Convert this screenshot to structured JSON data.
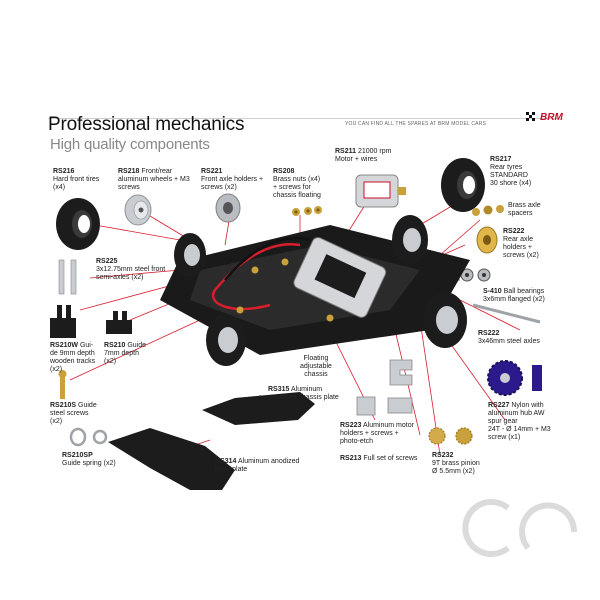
{
  "header": {
    "title": "Professional mechanics",
    "subtitle": "High quality components",
    "spares_note": "YOU CAN FIND ALL THE SPARES AT BRM MODEL CARS",
    "brand": "BRM"
  },
  "parts": [
    {
      "code": "RS216",
      "desc": [
        "Hard front tires",
        "(x4)"
      ]
    },
    {
      "code": "RS218",
      "desc": [
        "Front/rear",
        "aluminum wheels + M3",
        "screws"
      ]
    },
    {
      "code": "RS221",
      "desc": [
        "Front axle holders +",
        "screws (x2)"
      ]
    },
    {
      "code": "RS208",
      "desc": [
        "Brass nuts (x4)",
        "+ screws for",
        "chassis floating"
      ]
    },
    {
      "code": "RS211",
      "desc": [
        "21000 rpm",
        "Motor + wires"
      ]
    },
    {
      "code": "RS217",
      "desc": [
        "Rear tyres",
        "STANDARD",
        "30 shore (x4)"
      ]
    },
    {
      "code": "",
      "desc": [
        "Brass axle",
        "spacers"
      ]
    },
    {
      "code": "RS222",
      "desc": [
        "Rear axle",
        "holders +",
        "screws (x2)"
      ]
    },
    {
      "code": "S-410",
      "desc": [
        "Ball bearings",
        "3x6mm flanged (x2)"
      ]
    },
    {
      "code": "RS222",
      "desc": [
        "3x46mm steel axles"
      ]
    },
    {
      "code": "RS225",
      "desc": [
        "3x12.75mm steel front",
        "semi-axles (x2)"
      ]
    },
    {
      "code": "RS210W",
      "desc": [
        "Gui-",
        "de 9mm depth",
        "wooden tracks",
        "(x2)"
      ]
    },
    {
      "code": "RS210",
      "desc": [
        "Guide",
        "7mm depth",
        "(x2)"
      ]
    },
    {
      "code": "",
      "desc": [
        "Floating",
        "adjustable",
        "chassis"
      ]
    },
    {
      "code": "RS315",
      "desc": [
        "Aluminum",
        "anodized chassis plate"
      ]
    },
    {
      "code": "RS210S",
      "desc": [
        "Guide",
        "steel screws",
        "(x2)"
      ]
    },
    {
      "code": "RS210SP",
      "desc": [
        "Guide spring (x2)"
      ]
    },
    {
      "code": "RS314",
      "desc": [
        "Aluminum anodized",
        "body plate"
      ]
    },
    {
      "code": "RS223",
      "desc": [
        "Aluminum motor",
        "holders + screws +",
        "photo-etch"
      ]
    },
    {
      "code": "RS213",
      "desc": [
        "Full set of screws"
      ]
    },
    {
      "code": "RS232",
      "desc": [
        "9T brass pinion",
        "Ø 5.5mm (x2)"
      ]
    },
    {
      "code": "RS227",
      "desc": [
        "Nylon with",
        "aluminum hub AW",
        "spur gear",
        "24T - Ø 14mm + M3",
        "screw (x1)"
      ]
    }
  ],
  "colors": {
    "leader": "#d81e2c",
    "tire": "#1c1c1c",
    "aluminum": "#c9ccd0",
    "brass": "#c9a13b",
    "chassis": "#1a1a1a",
    "gear": "#2b1a8c",
    "brand": "#c8102e"
  },
  "icons": [
    "brm-logo-icon",
    "watermark-logo-icon"
  ]
}
